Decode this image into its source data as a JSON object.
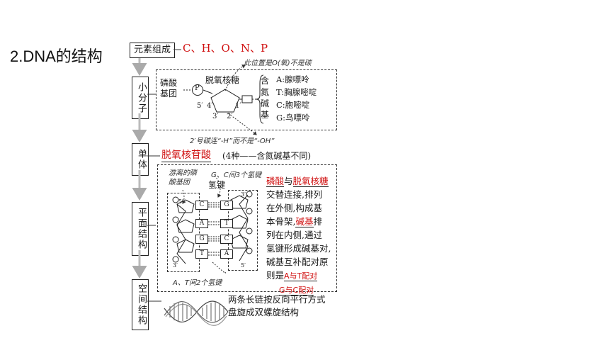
{
  "title": "2.DNA的结构",
  "steps": {
    "elements": "元素组成",
    "small_molecule": "小分子",
    "monomer": "单体",
    "planar": "平面结构",
    "spatial": "空间结构"
  },
  "elements_answer": "C、H、O、N、P",
  "note_c5": "此位置是O(氧)不是碳",
  "small_molecule": {
    "phosphate": "磷酸基团",
    "p": "P",
    "sugar": "脱氧核糖",
    "c1": "1′",
    "c2": "2′",
    "c3": "3′",
    "c4": "4′",
    "c5": "5′",
    "base_label": "含氮碱基",
    "bases": [
      "A:腺嘌呤",
      "T:胸腺嘧啶",
      "C:胞嘧啶",
      "G:鸟嘌呤"
    ]
  },
  "note_c2": "2′号碳连“-H”而不是“-OH”",
  "monomer": {
    "answer": "脱氧核苷酸",
    "note": "(4种——含氮碱基不同)"
  },
  "planar": {
    "note_free_phosphate": "游离的磷酸基团",
    "note_gc": "G、C间3个氢键",
    "hbond": "氢键",
    "note_at": "A、T间2个氢键",
    "strand_ends": [
      "5′",
      "3′",
      "3′",
      "5′"
    ],
    "left_bases": [
      "C",
      "A",
      "G",
      "T"
    ],
    "right_bases": [
      "G",
      "T",
      "C",
      "A"
    ],
    "desc_blank1": "磷酸",
    "desc_and": "与",
    "desc_blank2": "脱氧核糖",
    "desc_line1": "交替连接,排列",
    "desc_line2": "在外侧,构成基",
    "desc_line3a": "本骨架,",
    "desc_blank3": "碱基",
    "desc_line3b": "排",
    "desc_line4": "列在内侧,通过",
    "desc_line5": "氢键形成碱基对,",
    "desc_line6": "碱基互补配对原",
    "desc_line7a": "则是",
    "desc_blank4": "A与T配对",
    "desc_blank5": "G与C配对"
  },
  "spatial": {
    "line1": "两条长链按反向平行方式",
    "line2": "盘旋成双螺旋结构"
  }
}
